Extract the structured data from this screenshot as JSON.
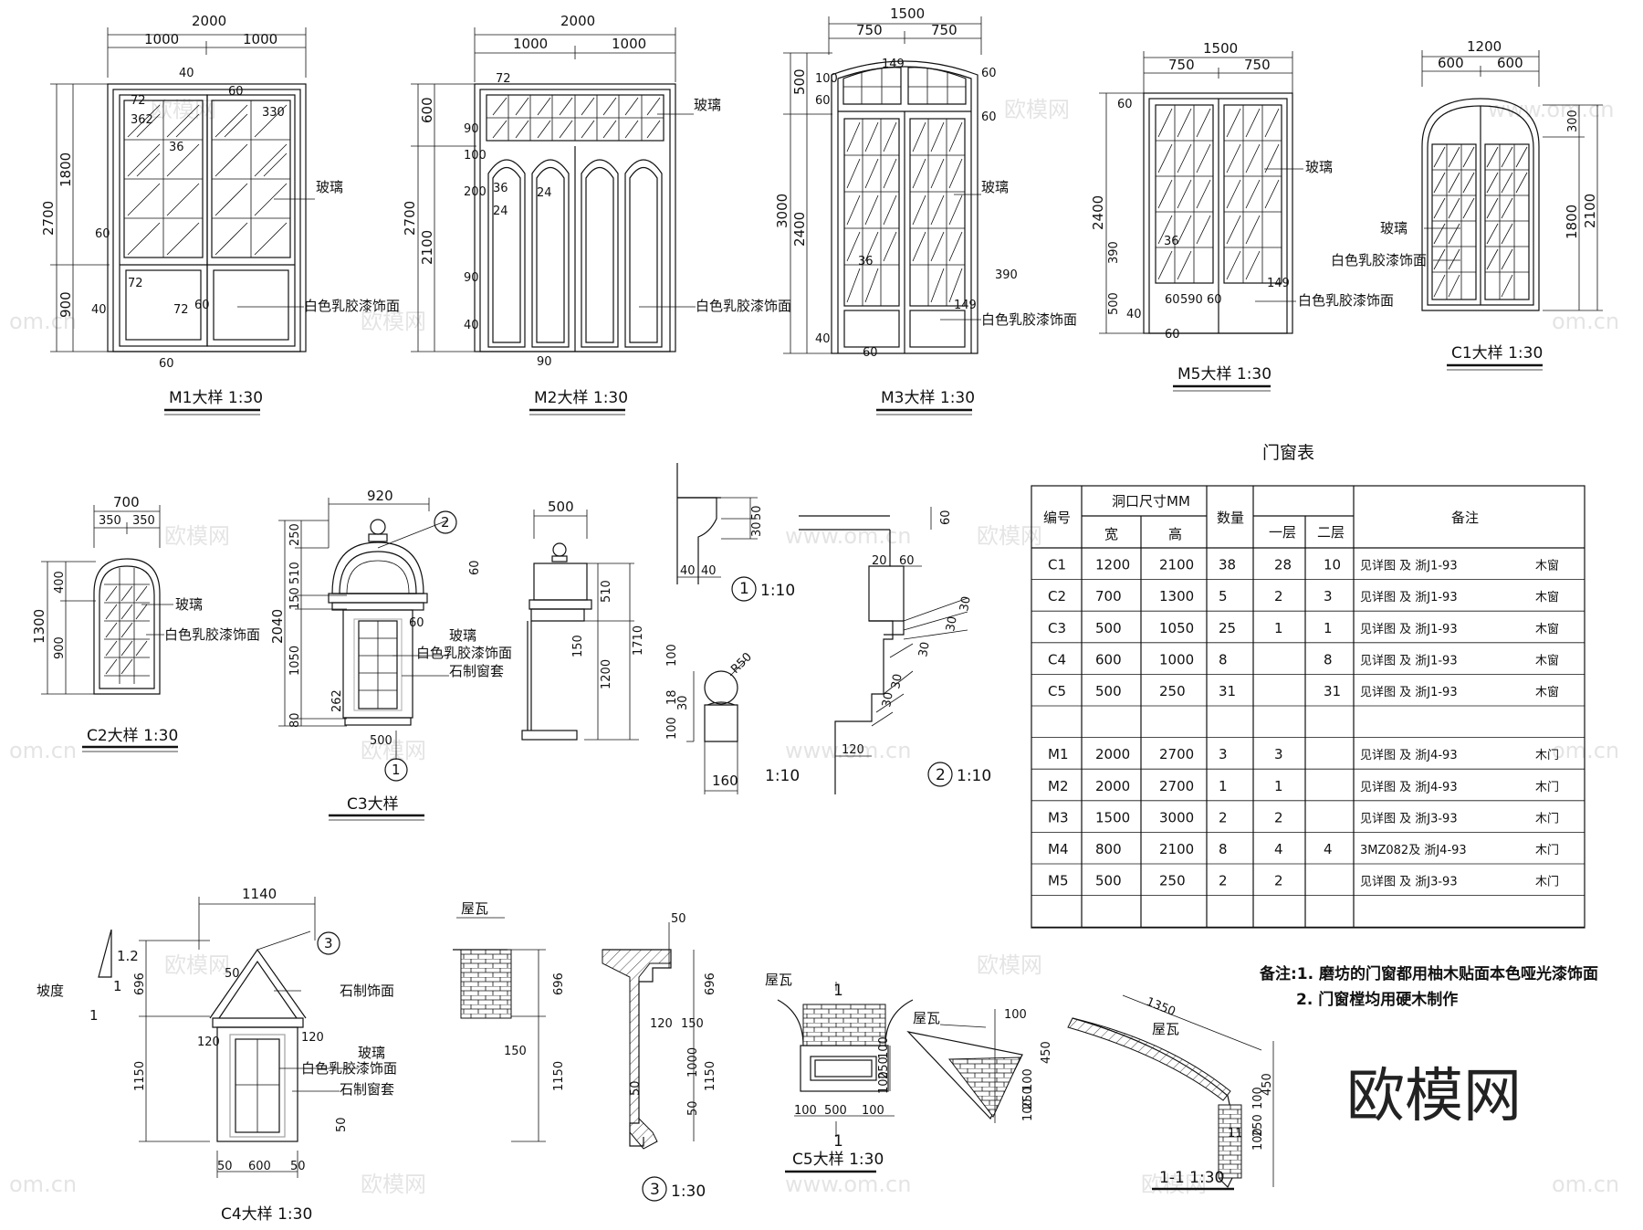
{
  "titles": {
    "m1": "M1大样  1:30",
    "m2": "M2大样  1:30",
    "m3": "M3大样  1:30",
    "m5": "M5大样  1:30",
    "c1": "C1大样  1:30",
    "c2": "C2大样  1:30",
    "c3": "C3大样",
    "c4": "C4大样  1:30",
    "c5": "C5大样  1:30",
    "s11": "1-1  1:30",
    "d1": "1:10",
    "d1b": "1:10",
    "d2": "1:10",
    "d3": "1:30"
  },
  "callouts": {
    "one": "1",
    "two": "2",
    "three": "3",
    "one_b": "1",
    "sec1": "1"
  },
  "notes_text": {
    "glass": "玻璃",
    "paint": "白色乳胶漆饰面",
    "stone_frame": "石制窗套",
    "stone_face": "石制饰面",
    "roof_tile": "屋瓦",
    "slope": "坡度"
  },
  "dims": {
    "m1": {
      "w": "2000",
      "h1": "1000",
      "h2": "1000",
      "H": "2700",
      "a": "1800",
      "b": "900",
      "d40": "40",
      "d60": "60",
      "d72": "72",
      "d362": "362",
      "d330": "330",
      "d36": "36"
    },
    "m2": {
      "w": "2000",
      "h1": "1000",
      "h2": "1000",
      "H": "2700",
      "a": "600",
      "b": "2100",
      "d72": "72",
      "d90": "90",
      "d100": "100",
      "d200": "200",
      "d36": "36",
      "d24": "24",
      "d40": "40"
    },
    "m3": {
      "w": "1500",
      "h1": "750",
      "h2": "750",
      "H": "3000",
      "a": "500",
      "b": "2400",
      "d100": "100",
      "d60": "60",
      "d149": "149",
      "d390": "390",
      "d36": "36",
      "d40": "40"
    },
    "m5": {
      "w": "1500",
      "h1": "750",
      "h2": "750",
      "H": "2400",
      "a": "390",
      "b": "500",
      "d590": "590",
      "d60": "60",
      "d36": "36",
      "d149": "149",
      "d40": "40"
    },
    "c1": {
      "w": "1200",
      "h1": "600",
      "h2": "600",
      "a": "300",
      "b": "1800",
      "c": "2100"
    },
    "c2": {
      "w": "700",
      "h1": "350",
      "h2": "350",
      "a": "400",
      "b": "900",
      "c": "1300"
    },
    "c3": {
      "w": "920",
      "a": "250",
      "b": "510",
      "c": "150",
      "d": "1050",
      "e": "80",
      "H": "2040",
      "f": "262",
      "g": "500",
      "h": "60"
    },
    "sec": {
      "w": "500",
      "a": "510",
      "b": "150",
      "c": "1200",
      "H": "1710",
      "d": "60"
    },
    "d1": {
      "a": "50",
      "b": "30",
      "c": "40",
      "d": "40",
      "e": "100",
      "f": "18",
      "g": "30",
      "h": "100",
      "i": "160",
      "r": "R50"
    },
    "d2": {
      "a": "60",
      "b": "20",
      "c": "60",
      "d": "30",
      "e": "30",
      "f": "30",
      "g": "30",
      "h": "30",
      "i": "120"
    },
    "c4": {
      "w": "1140",
      "a": "696",
      "b": "1150",
      "c": "50",
      "d": "600",
      "e": "50",
      "f": "120",
      "g": "120",
      "h": "50",
      "sl1": "1",
      "sl2": "1.2"
    },
    "c4s": {
      "a": "696",
      "b": "1150",
      "c": "150"
    },
    "d3": {
      "a": "50",
      "b": "696",
      "c": "120",
      "d": "150",
      "e": "1000",
      "f": "50",
      "g": "1150",
      "h": "50"
    },
    "c5": {
      "a": "100",
      "b": "500",
      "c": "100",
      "d": "100",
      "e": "250",
      "f": "100"
    },
    "c5s": {
      "a": "100",
      "b": "450",
      "c": "100",
      "d": "250",
      "e": "100"
    },
    "s11": {
      "a": "1350",
      "b": "450",
      "c": "100",
      "d": "250",
      "e": "100",
      "f": "11"
    }
  },
  "table": {
    "title": "门窗表",
    "headers": {
      "code": "编号",
      "size": "洞口尺寸MM",
      "w": "宽",
      "h": "高",
      "qty": "数量",
      "f1": "一层",
      "f2": "二层",
      "note": "备注"
    },
    "rows": [
      {
        "code": "C1",
        "w": "1200",
        "h": "2100",
        "qty": "38",
        "f1": "28",
        "f2": "10",
        "ref": "见详图  及  浙J1-93",
        "type": "木窗"
      },
      {
        "code": "C2",
        "w": "700",
        "h": "1300",
        "qty": "5",
        "f1": "2",
        "f2": "3",
        "ref": "见详图  及  浙J1-93",
        "type": "木窗"
      },
      {
        "code": "C3",
        "w": "500",
        "h": "1050",
        "qty": "25",
        "f1": "1",
        "f2": "1",
        "ref": "见详图  及  浙J1-93",
        "type": "木窗"
      },
      {
        "code": "C4",
        "w": "600",
        "h": "1000",
        "qty": "8",
        "f1": "",
        "f2": "8",
        "ref": "见详图  及  浙J1-93",
        "type": "木窗"
      },
      {
        "code": "C5",
        "w": "500",
        "h": "250",
        "qty": "31",
        "f1": "",
        "f2": "31",
        "ref": "见详图  及  浙J1-93",
        "type": "木窗"
      },
      {
        "code": "",
        "w": "",
        "h": "",
        "qty": "",
        "f1": "",
        "f2": "",
        "ref": "",
        "type": ""
      },
      {
        "code": "M1",
        "w": "2000",
        "h": "2700",
        "qty": "3",
        "f1": "3",
        "f2": "",
        "ref": "见详图  及  浙J4-93",
        "type": "木门"
      },
      {
        "code": "M2",
        "w": "2000",
        "h": "2700",
        "qty": "1",
        "f1": "1",
        "f2": "",
        "ref": "见详图  及  浙J4-93",
        "type": "木门"
      },
      {
        "code": "M3",
        "w": "1500",
        "h": "3000",
        "qty": "2",
        "f1": "2",
        "f2": "",
        "ref": "见详图  及  浙J3-93",
        "type": "木门"
      },
      {
        "code": "M4",
        "w": "800",
        "h": "2100",
        "qty": "8",
        "f1": "4",
        "f2": "4",
        "ref": "3MZ082及  浙J4-93",
        "type": "木门"
      },
      {
        "code": "M5",
        "w": "500",
        "h": "250",
        "qty": "2",
        "f1": "2",
        "f2": "",
        "ref": "见详图  及  浙J3-93",
        "type": "木门"
      },
      {
        "code": "",
        "w": "",
        "h": "",
        "qty": "",
        "f1": "",
        "f2": "",
        "ref": "",
        "type": ""
      }
    ]
  },
  "remarks": {
    "line1": "备注:1. 磨坊的门窗都用柚木贴面本色哑光漆饰面",
    "line2": "2. 门窗樘均用硬木制作"
  },
  "watermark": {
    "logo": "欧模网",
    "url": "www.om.cn",
    "site": "om.cn"
  }
}
